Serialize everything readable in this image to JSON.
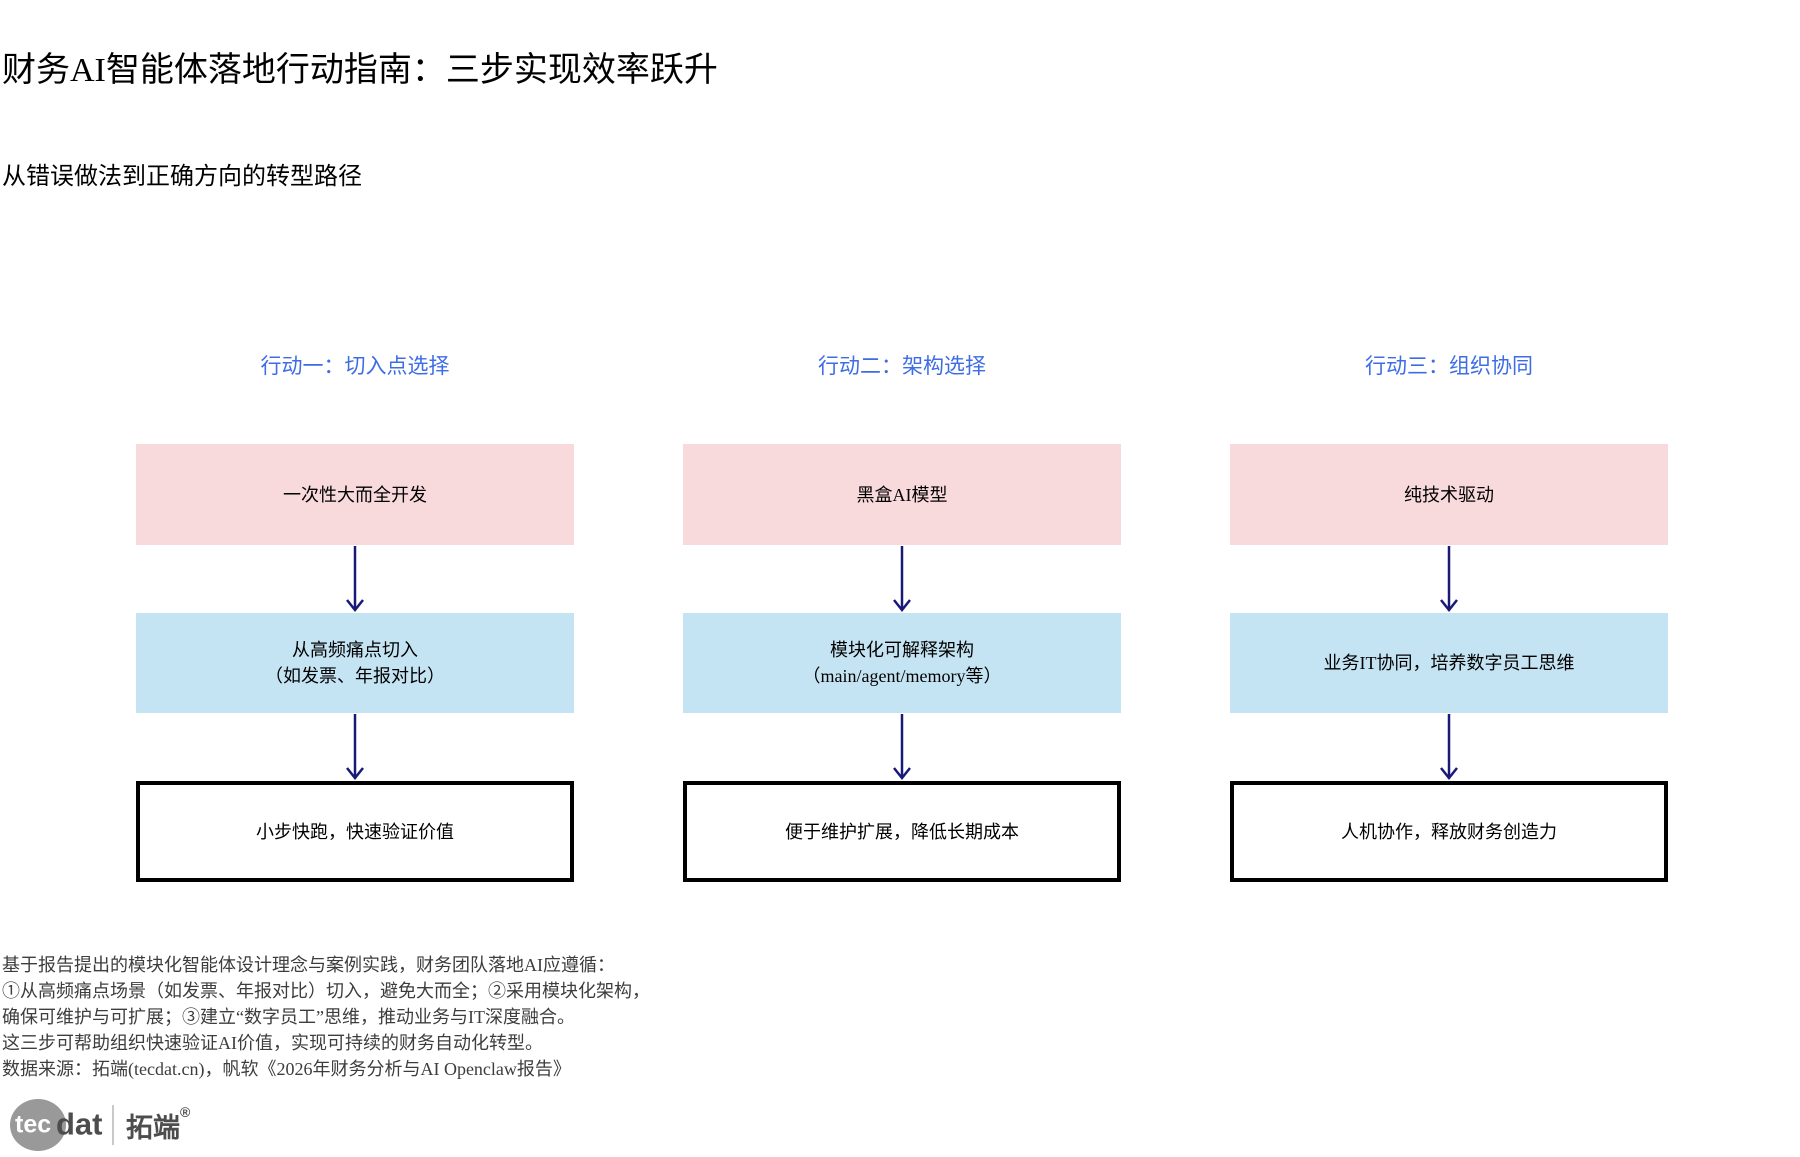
{
  "page": {
    "title": "财务AI智能体落地行动指南：三步实现效率跃升",
    "subtitle": "从错误做法到正确方向的转型路径"
  },
  "columns": [
    {
      "heading": "行动一：切入点选择",
      "wrong": "一次性大而全开发",
      "right_line1": "从高频痛点切入",
      "right_line2": "（如发票、年报对比）",
      "outcome": "小步快跑，快速验证价值"
    },
    {
      "heading": "行动二：架构选择",
      "wrong": "黑盒AI模型",
      "right_line1": "模块化可解释架构",
      "right_line2": "（main/agent/memory等）",
      "outcome": "便于维护扩展，降低长期成本"
    },
    {
      "heading": "行动三：组织协同",
      "wrong": "纯技术驱动",
      "right_line1": "业务IT协同，培养数字员工思维",
      "right_line2": "",
      "outcome": "人机协作，释放财务创造力"
    }
  ],
  "footer": {
    "line1": "基于报告提出的模块化智能体设计理念与案例实践，财务团队落地AI应遵循：",
    "line2": "①从高频痛点场景（如发票、年报对比）切入，避免大而全；②采用模块化架构，",
    "line3": "确保可维护与可扩展；③建立“数字员工”思维，推动业务与IT深度融合。",
    "line4": "这三步可帮助组织快速验证AI价值，实现可持续的财务自动化转型。",
    "line5": "数据来源：拓端(tecdat.cn)，帆软《2026年财务分析与AI Openclaw报告》"
  },
  "logo": {
    "tec": "tec",
    "dat": "dat",
    "cn_name": "拓端",
    "registered": "®"
  },
  "colors": {
    "heading_blue": "#3d6ce5",
    "wrong_box_bg": "#f8d9dc",
    "right_box_bg": "#c5e4f3",
    "outcome_border": "#000000",
    "arrow_navy": "#191977",
    "footer_gray": "#3d3d3d",
    "logo_gray": "#999999"
  }
}
